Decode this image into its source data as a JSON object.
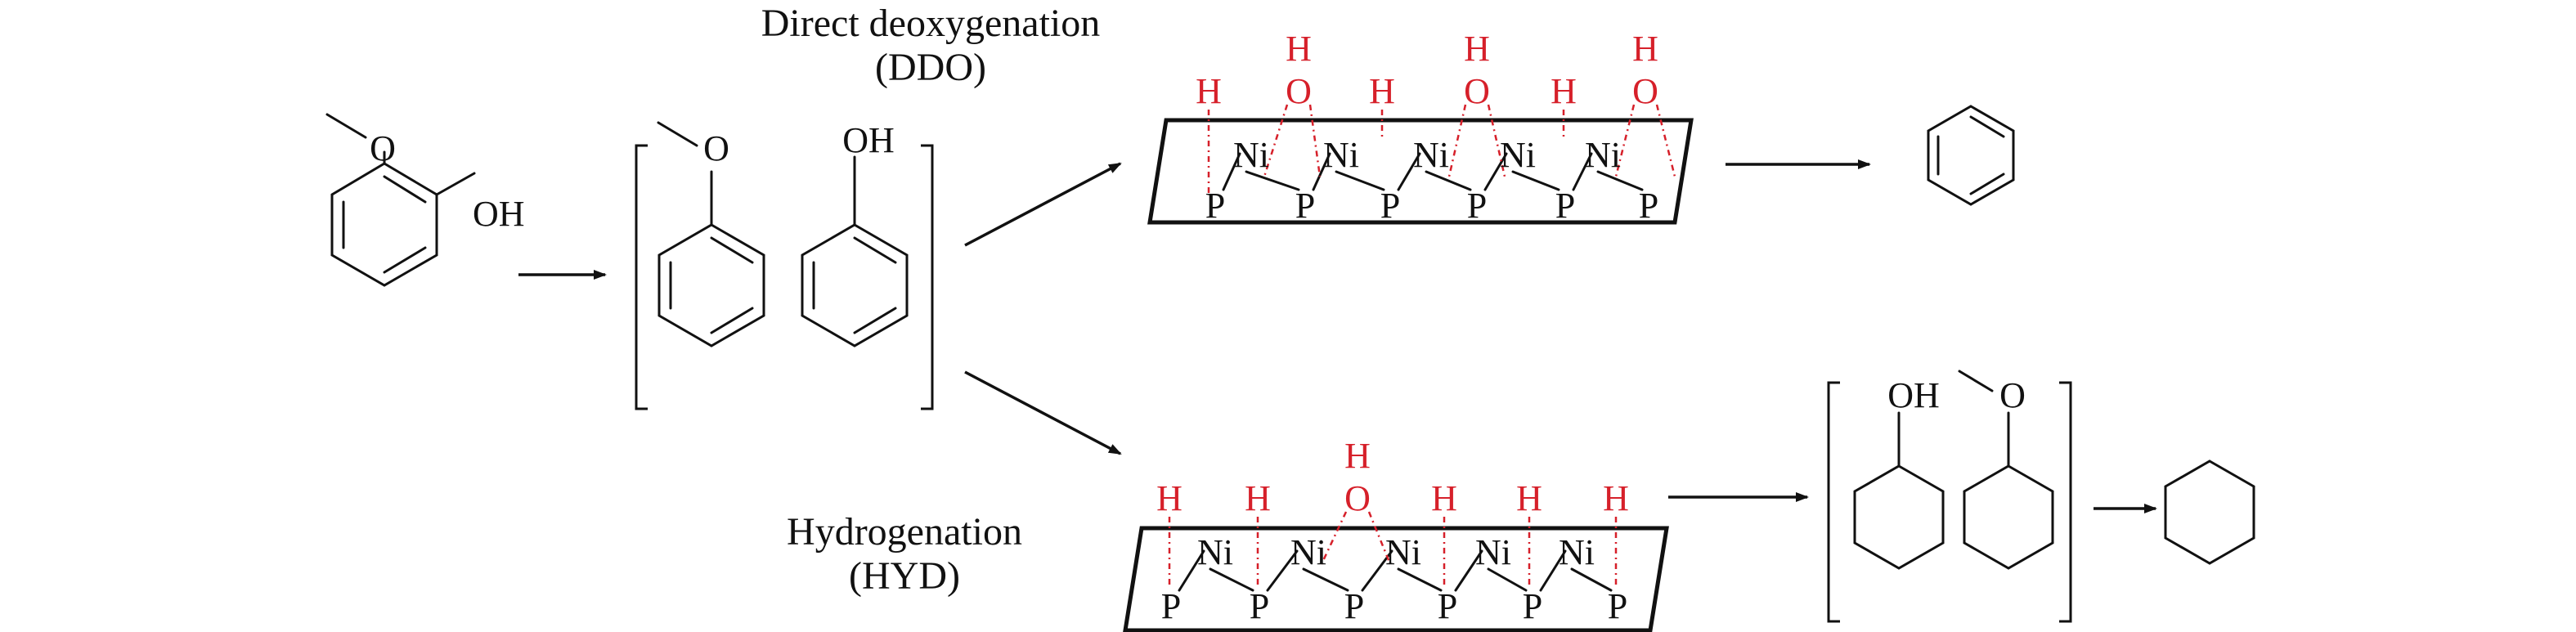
{
  "pathways": {
    "ddo": {
      "name": "Direct deoxygenation",
      "abbr": "(DDO)"
    },
    "hyd": {
      "name": "Hydrogenation",
      "abbr": "(HYD)"
    }
  },
  "atoms": {
    "methoxy_o": "O",
    "hydroxyl": "OH",
    "hydrogen": "H",
    "oxygen": "O",
    "nickel": "Ni",
    "phosphorus": "P"
  },
  "colors": {
    "adsorbate": "#d6202a",
    "ink": "#111111"
  }
}
